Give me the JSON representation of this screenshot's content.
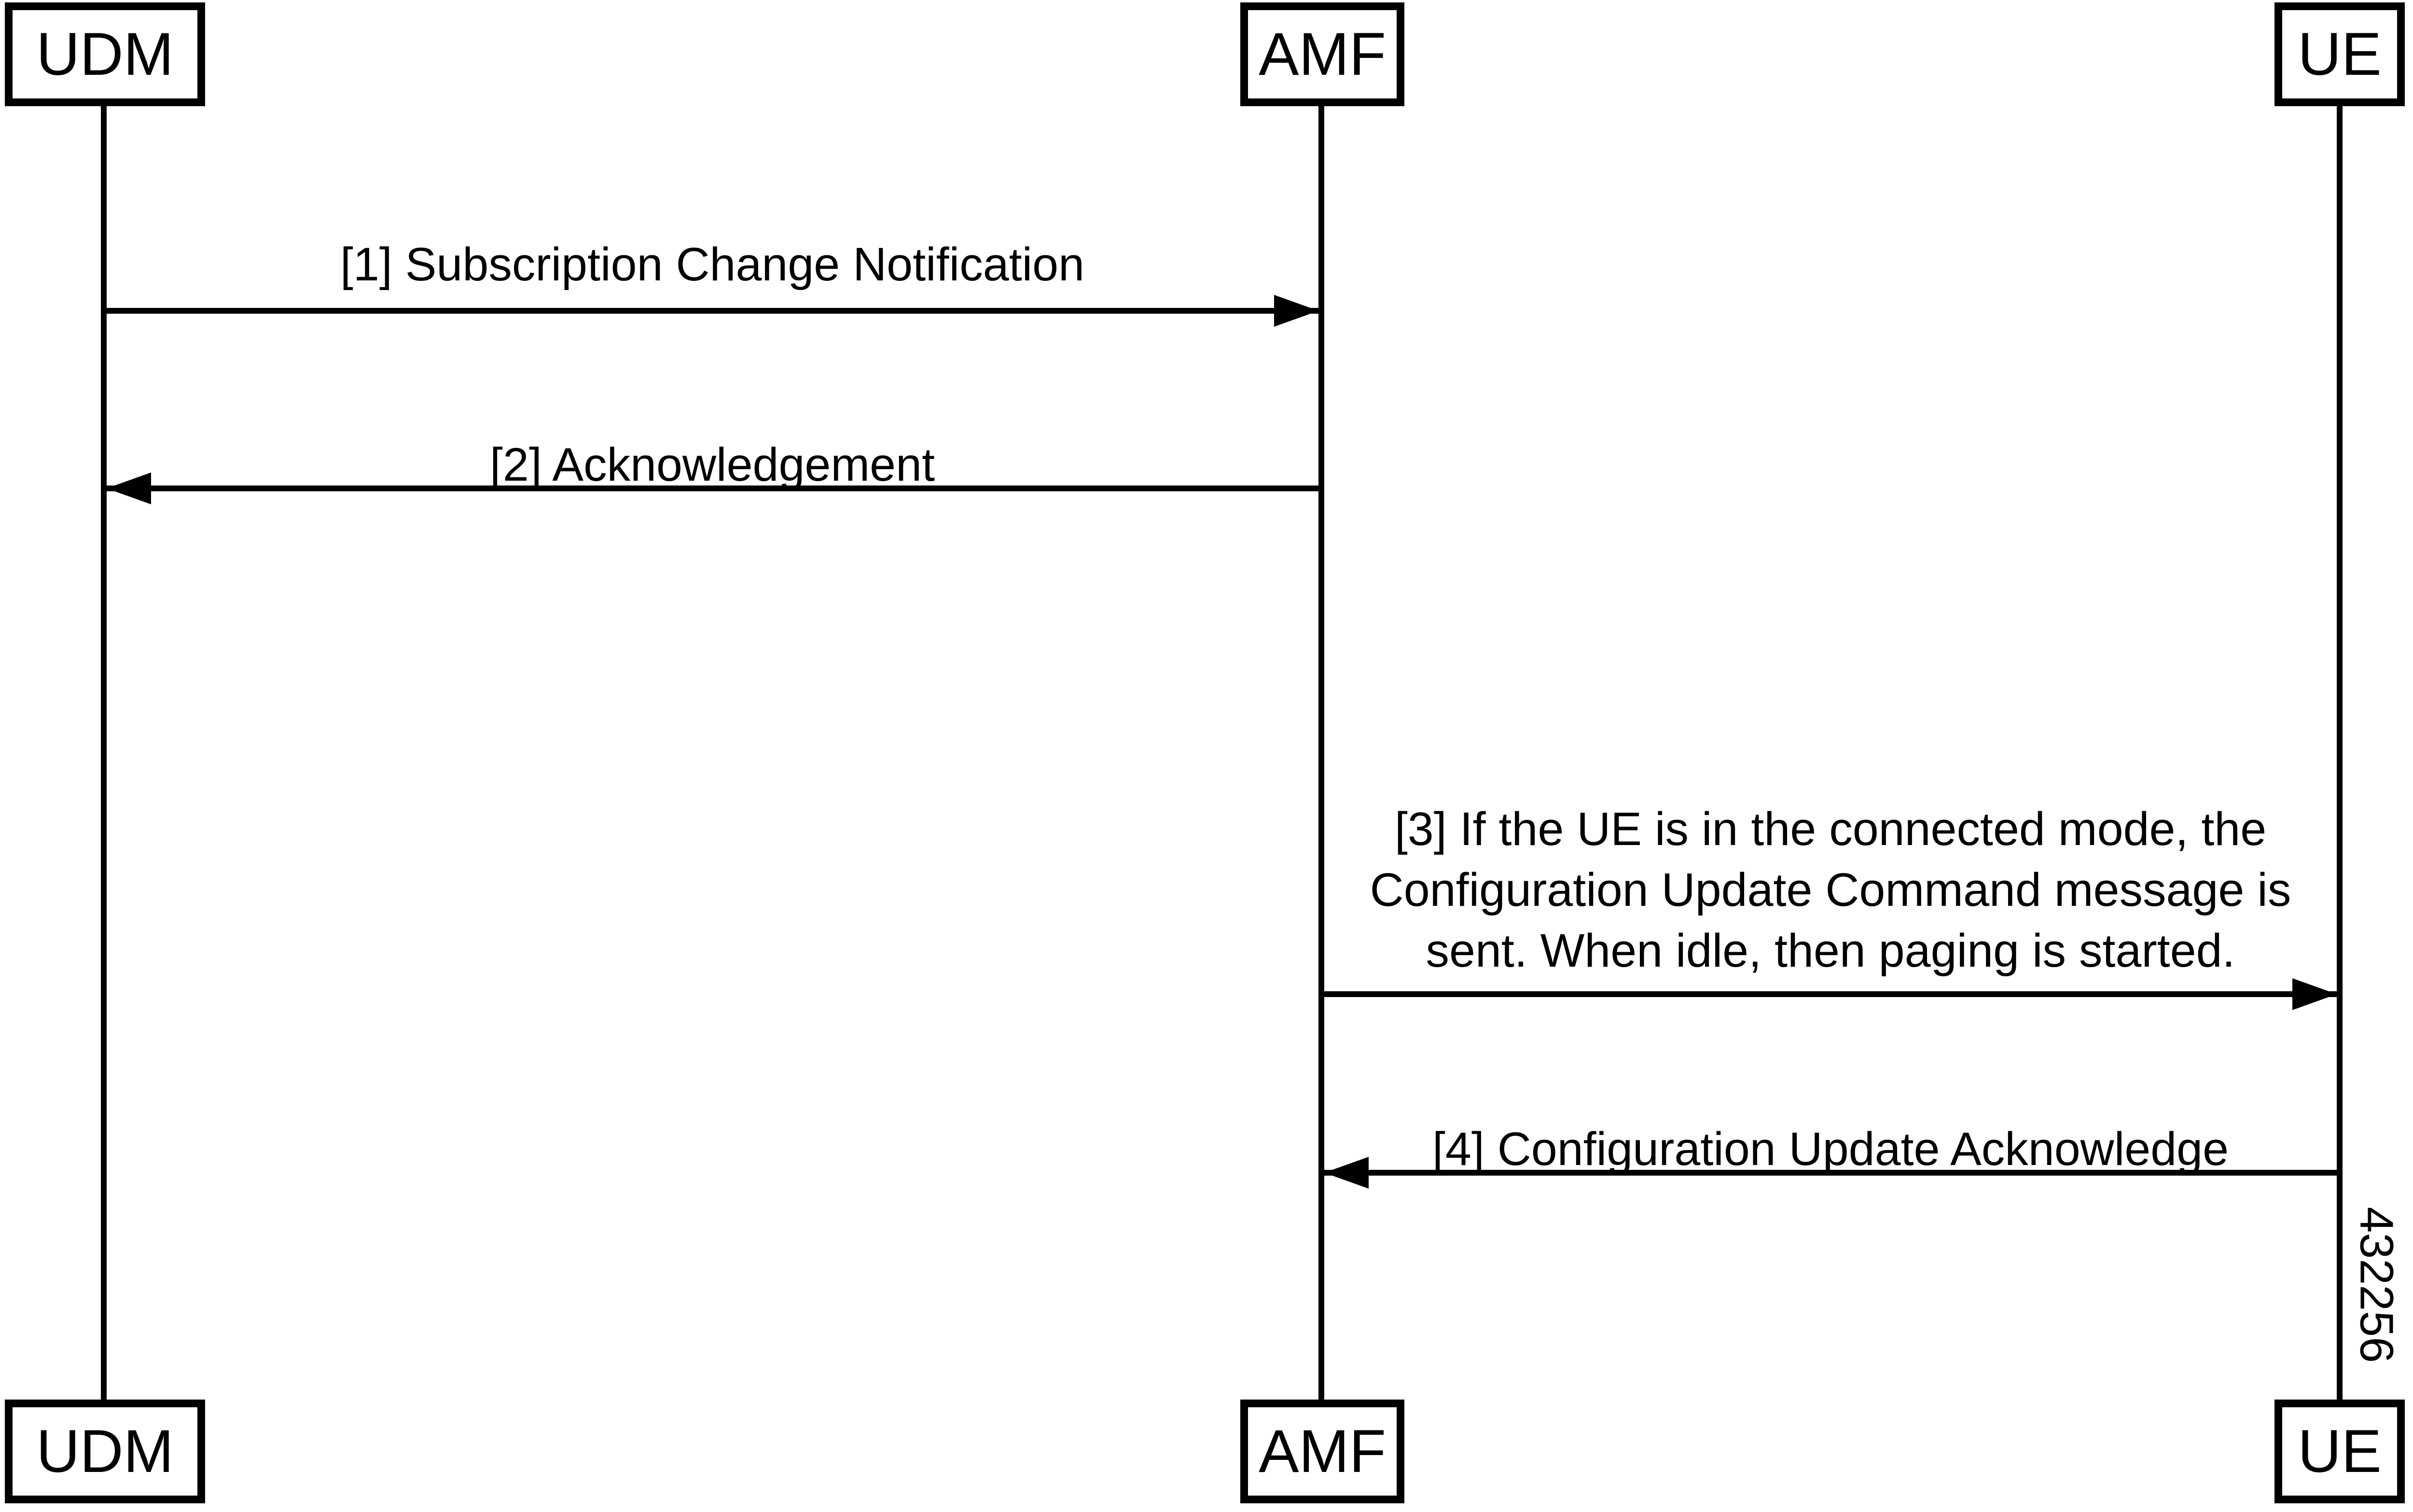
{
  "figure": {
    "type": "sequence-diagram",
    "background_color": "#ffffff",
    "line_color": "#000000",
    "actors": [
      {
        "id": "udm",
        "label": "UDM"
      },
      {
        "id": "amf",
        "label": "AMF"
      },
      {
        "id": "ue",
        "label": "UE"
      }
    ],
    "messages": [
      {
        "seq": "1",
        "label": "[1] Subscription Change Notification",
        "from": "UDM",
        "to": "AMF",
        "direction": "right"
      },
      {
        "seq": "2",
        "label": "[2] Acknowledgement",
        "from": "AMF",
        "to": "UDM",
        "direction": "left"
      },
      {
        "seq": "3",
        "label": "[3] If the UE is in the connected mode, the Configuration Update Command message is sent. When idle, then paging is started.",
        "lines": [
          "[3] If the UE is in the connected mode, the",
          "Configuration Update Command message is",
          "sent. When idle, then paging is started."
        ],
        "from": "AMF",
        "to": "UE",
        "direction": "right"
      },
      {
        "seq": "4",
        "label": "[4] Configuration Update Acknowledge",
        "from": "UE",
        "to": "AMF",
        "direction": "left"
      }
    ],
    "figure_number": "432256"
  }
}
